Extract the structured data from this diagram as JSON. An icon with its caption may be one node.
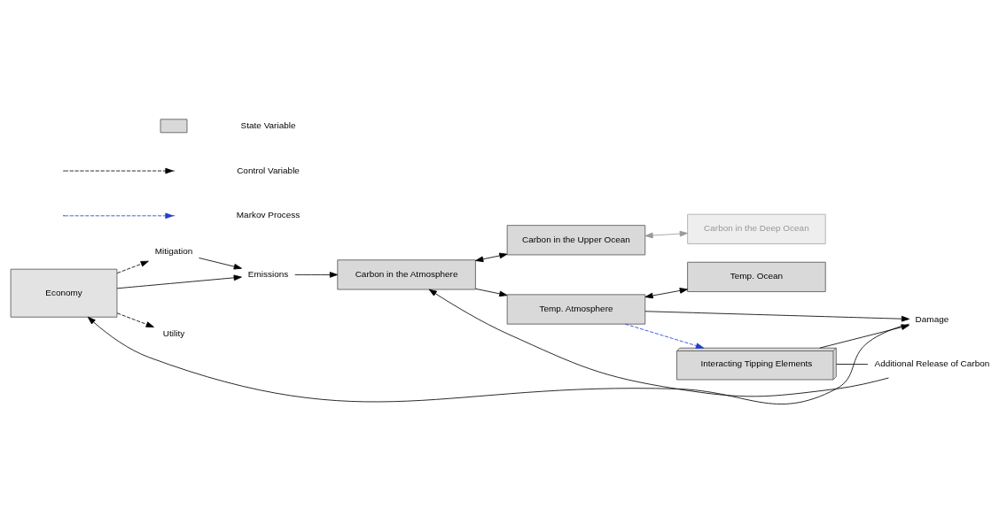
{
  "diagram": {
    "nodes": [
      {
        "text": [
          "Mitigation"
        ]
      },
      {
        "text": [
          "Emissions"
        ]
      },
      {
        "text": [
          "Carbon in the Atmosphere"
        ]
      },
      {
        "text": [
          "Carbon in the Upper Ocean"
        ]
      },
      {
        "text": [
          "Carbon in the Deep Ocean"
        ]
      },
      {
        "text": [
          "Temp. Atmosphere"
        ]
      },
      {
        "text": [
          "Temp. Ocean"
        ]
      },
      {
        "text": [
          "Economy"
        ]
      },
      {
        "text": [
          "Additional Release of Carbon"
        ]
      },
      {
        "text": [
          "Damage"
        ]
      },
      {
        "text": [
          "Utility"
        ]
      },
      {
        "text": [
          "Interacting Tipping Elements"
        ]
      }
    ],
    "edges": [
      {
        "from": 7,
        "to": 0,
        "arrow": "to",
        "style": "dashed"
      },
      {
        "from": 0,
        "to": 1,
        "arrow": "to"
      },
      {
        "from": 7,
        "to": 1,
        "arrow": "to"
      },
      {
        "from": 1,
        "to": 2,
        "arrow": "to"
      },
      {
        "from": 2,
        "to": 3,
        "arrow": "both"
      },
      {
        "from": 3,
        "to": 4,
        "arrow": "both",
        "color": "#999999"
      },
      {
        "from": 2,
        "to": 5,
        "arrow": "to"
      },
      {
        "from": 5,
        "to": 6,
        "arrow": "both"
      },
      {
        "from": 5,
        "to": 9,
        "arrow": "to"
      },
      {
        "from": 9,
        "to": 7,
        "arrow": "to"
      },
      {
        "from": 7,
        "to": 10,
        "arrow": "to",
        "style": "dashed"
      },
      {
        "from": 11,
        "to": 9,
        "arrow": "to"
      },
      {
        "from": 11,
        "to": 8,
        "arrow": "none"
      },
      {
        "from": 8,
        "to": 2,
        "arrow": "to"
      },
      {
        "from": 5,
        "to": 11,
        "arrow": "to",
        "style": "dashed",
        "color": "#1f3fcc"
      }
    ],
    "legend": [
      {
        "text": "State Variable",
        "color": "#d9d9d9"
      },
      {
        "text": "Control Variable"
      },
      {
        "text": "Markov Process"
      }
    ]
  }
}
